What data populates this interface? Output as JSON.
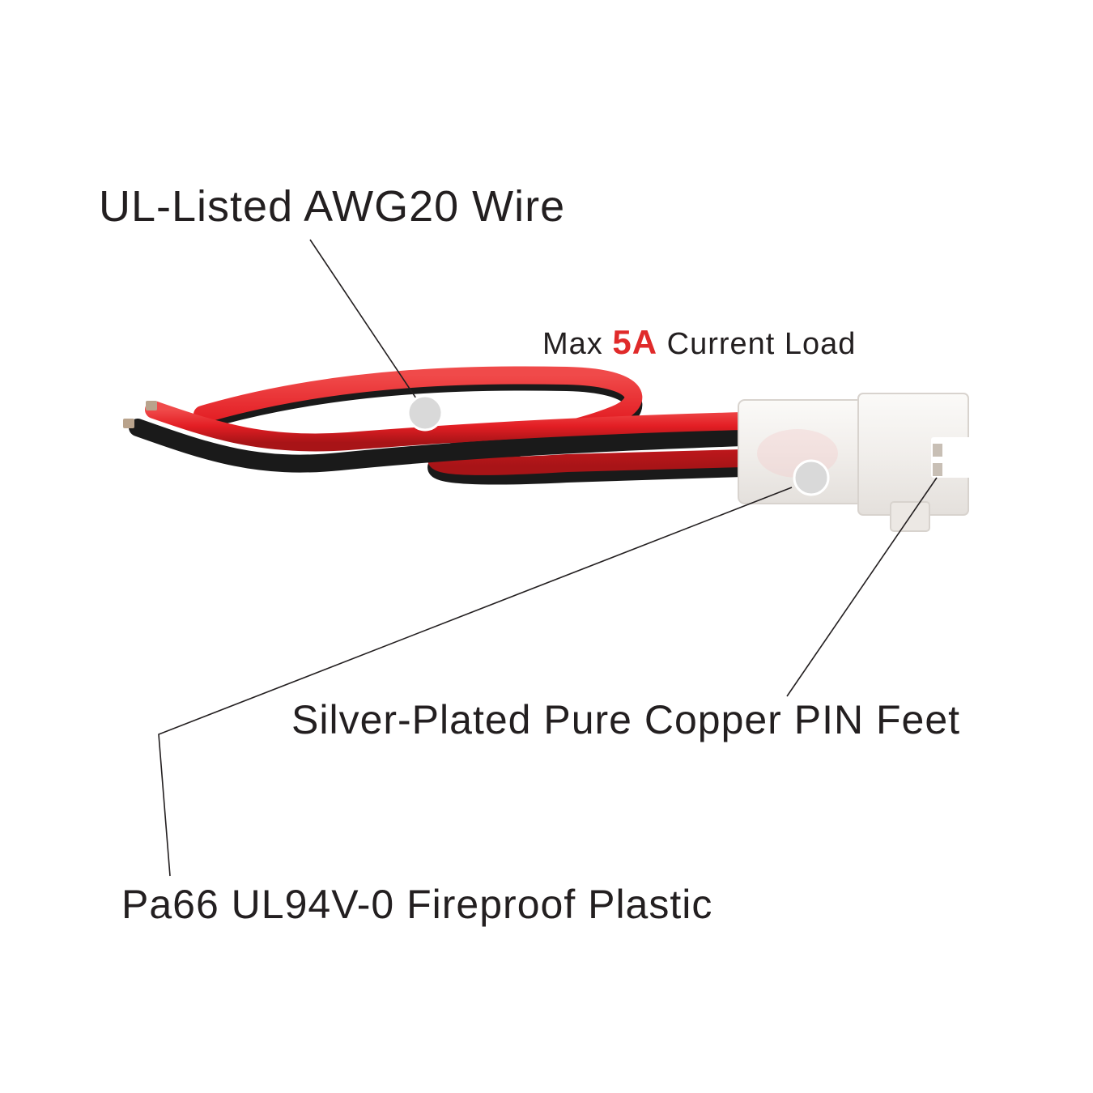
{
  "callouts": {
    "wire": "UL-Listed AWG20 Wire",
    "current": {
      "prefix": "Max",
      "value": "5A",
      "suffix": "Current Load"
    },
    "pins": "Silver-Plated Pure Copper PIN Feet",
    "plastic": "Pa66 UL94V-0 Fireproof Plastic"
  },
  "colors": {
    "text": "#231f20",
    "accent": "#e02a2a",
    "wire_red": "#e31e24",
    "wire_black": "#1a1a1a",
    "connector": "#f4f2f0",
    "marker": "#d9d9d9"
  }
}
